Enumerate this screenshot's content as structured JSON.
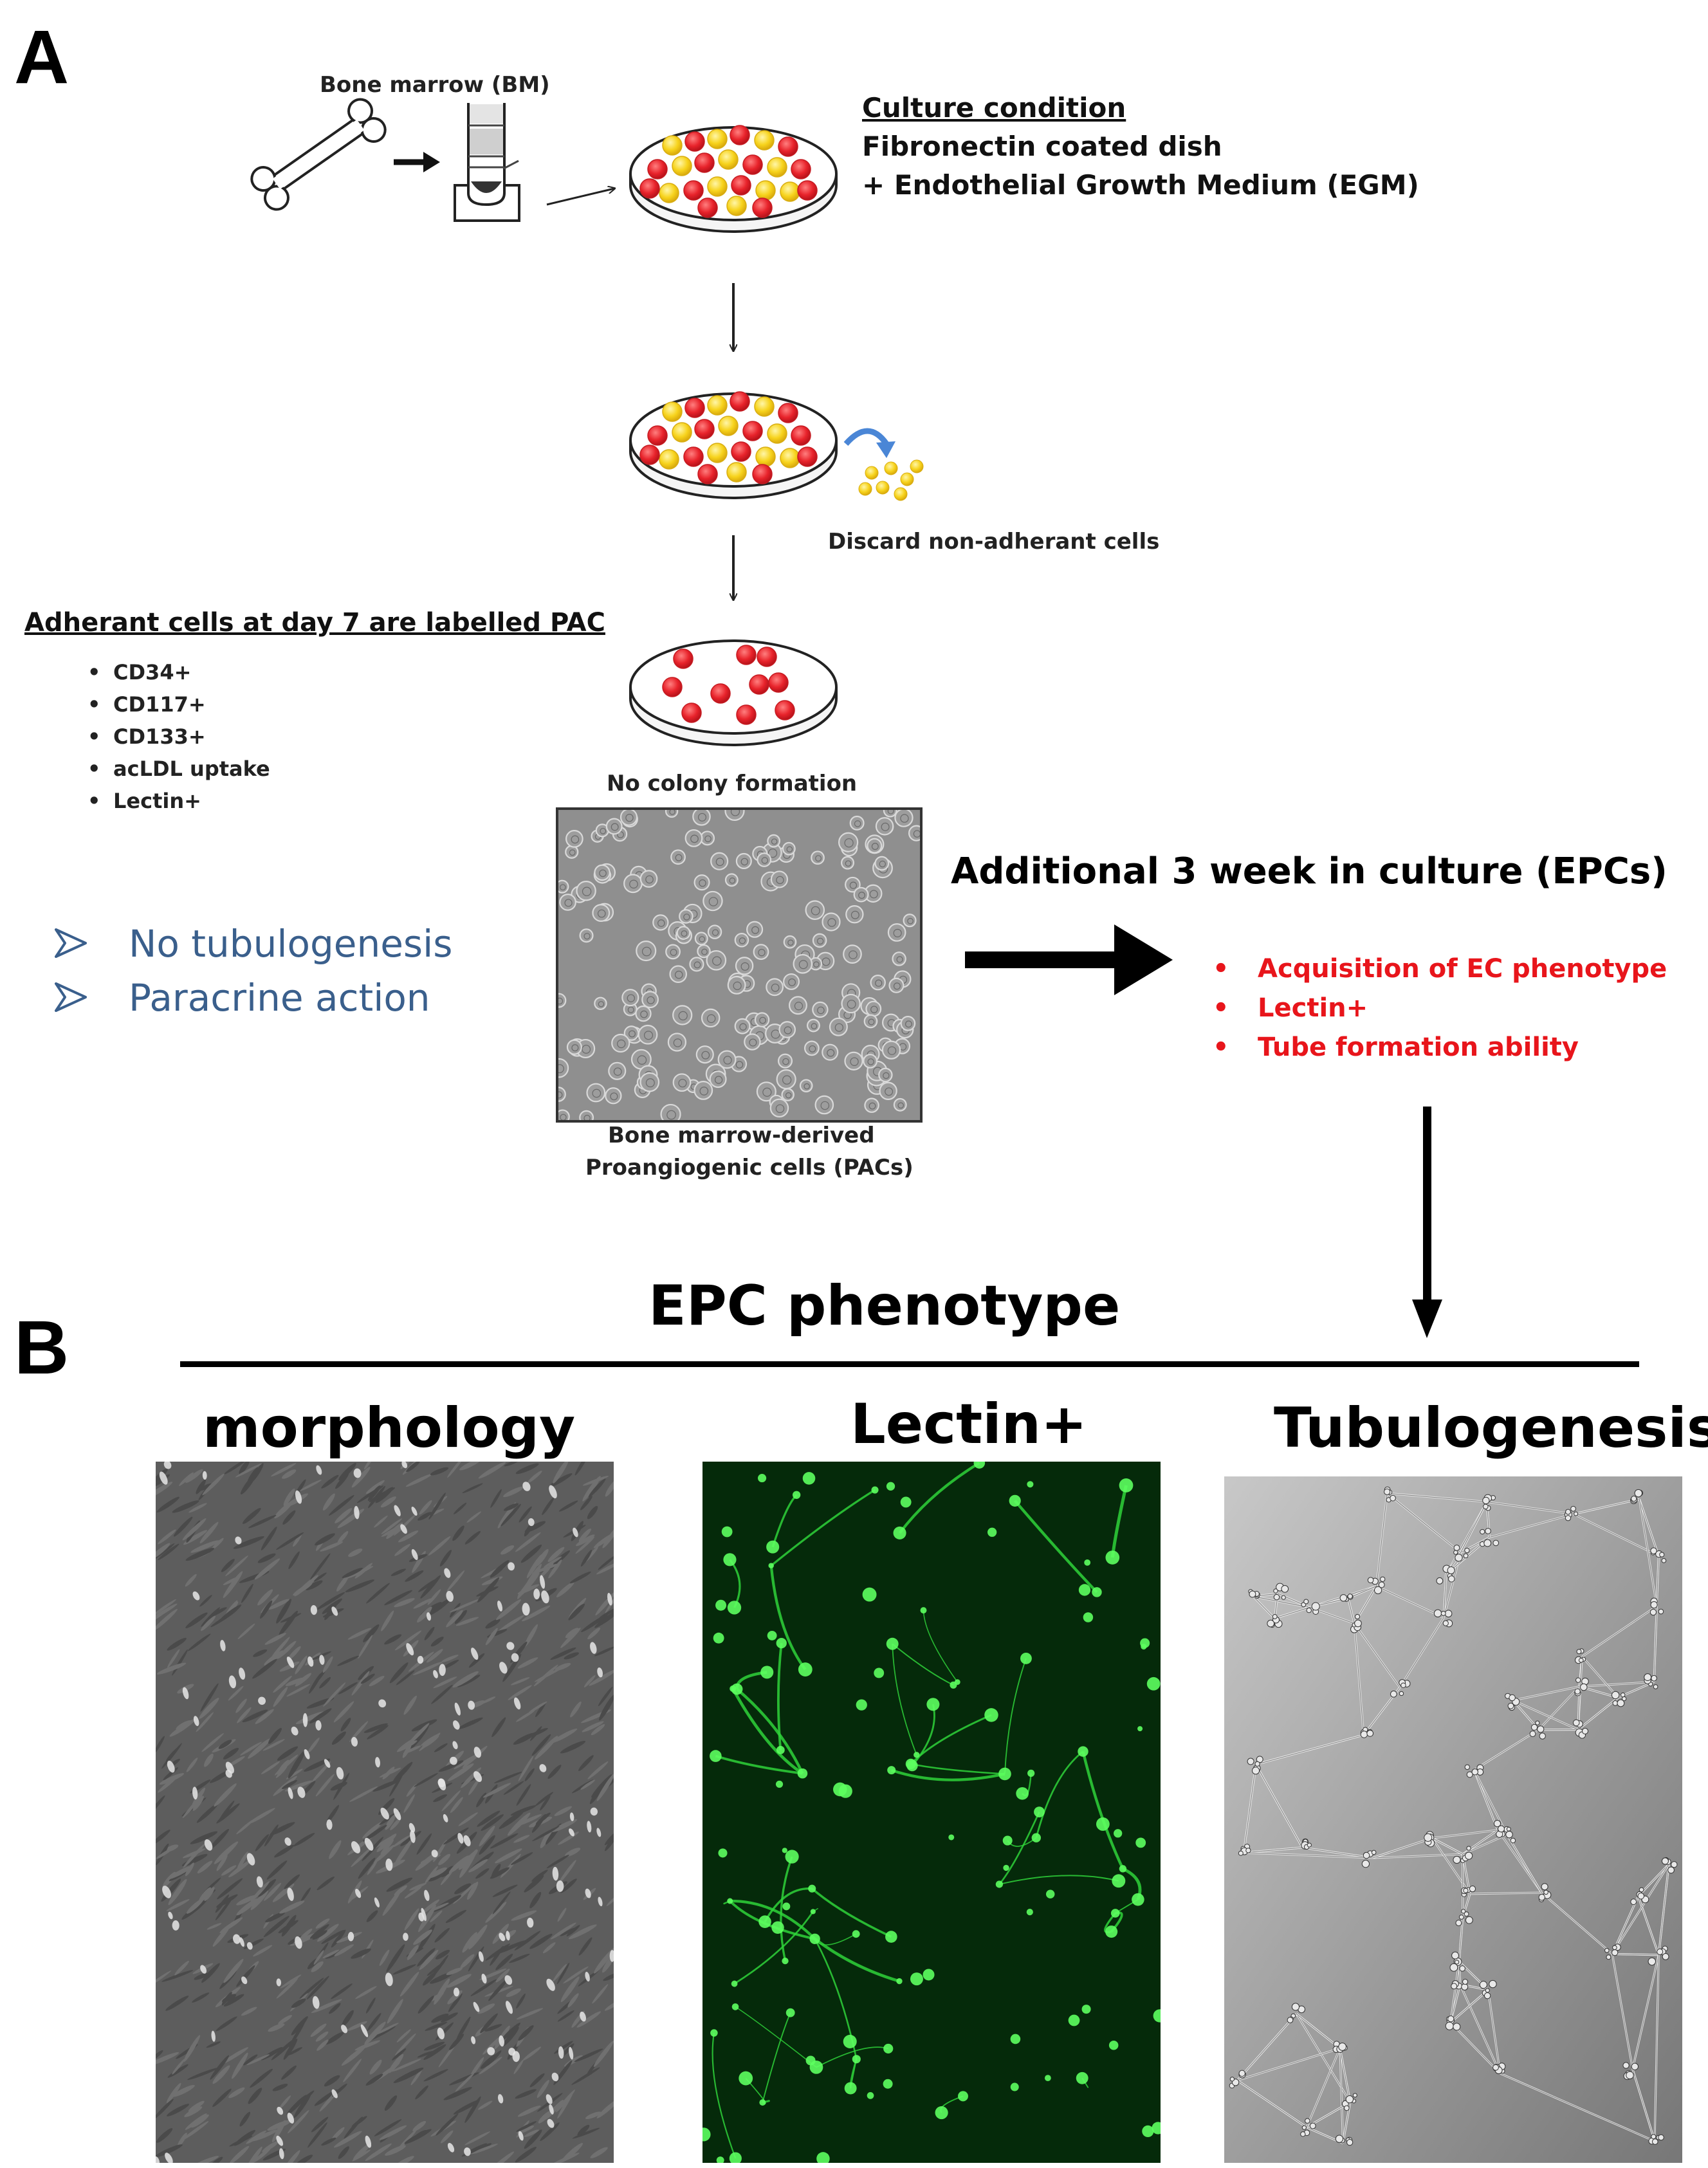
{
  "panel_a": {
    "letter": "A",
    "bone_marrow_label": "Bone marrow (BM)",
    "culture": {
      "heading": "Culture condition",
      "line1": "Fibronectin coated dish",
      "line2": "+ Endothelial Growth Medium (EGM)"
    },
    "discard_label": "Discard non-adherant cells",
    "pac_heading": "Adherant cells at day 7 are labelled PAC",
    "markers": [
      "CD34+",
      "CD117+",
      "CD133+",
      "acLDL uptake",
      "Lectin+"
    ],
    "no_colony_label": "No colony formation",
    "blue_points": [
      "No tubulogenesis",
      "Paracrine action"
    ],
    "pac_caption_line1": "Bone marrow-derived",
    "pac_caption_line2": "Proangiogenic cells (PACs)",
    "additional_label": "Additional 3 week in culture (EPCs)",
    "epc_features": [
      "Acquisition of EC phenotype",
      "Lectin+",
      "Tube formation ability"
    ]
  },
  "panel_b": {
    "letter": "B",
    "title": "EPC phenotype",
    "columns": [
      "morphology",
      "Lectin+",
      "Tubulogenesis"
    ]
  },
  "colors": {
    "red_cell": "#e8232b",
    "yellow_cell": "#f7d31c",
    "blue_text": "#3a5f8c",
    "red_text": "#e8151b",
    "lectin_green": "#2fd23a",
    "blue_arrow": "#4a86d6"
  }
}
